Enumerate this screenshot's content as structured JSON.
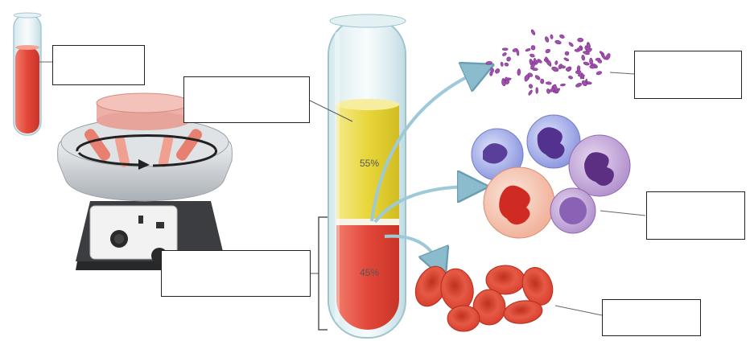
{
  "tube": {
    "plasma_percent_label": "55%",
    "cells_percent_label": "45%",
    "plasma_fraction": 0.55,
    "cells_fraction": 0.45
  },
  "label_boxes": [
    {
      "id": "label-box-small-tube",
      "text": ""
    },
    {
      "id": "label-box-plasma",
      "text": ""
    },
    {
      "id": "label-box-formed-elements",
      "text": ""
    },
    {
      "id": "label-box-platelets",
      "text": ""
    },
    {
      "id": "label-box-white-blood-cells",
      "text": ""
    },
    {
      "id": "label-box-red-blood-cells",
      "text": ""
    }
  ],
  "colors": {
    "plasma": "#e8d63a",
    "blood": "#e2473a",
    "platelet": "#a24fb0",
    "wbc": "#9aa4e6",
    "rbc": "#d9402e",
    "arrow": "#9ec9d8",
    "centrifuge_body": "#c9ced3",
    "centrifuge_base": "#3b3d40"
  }
}
